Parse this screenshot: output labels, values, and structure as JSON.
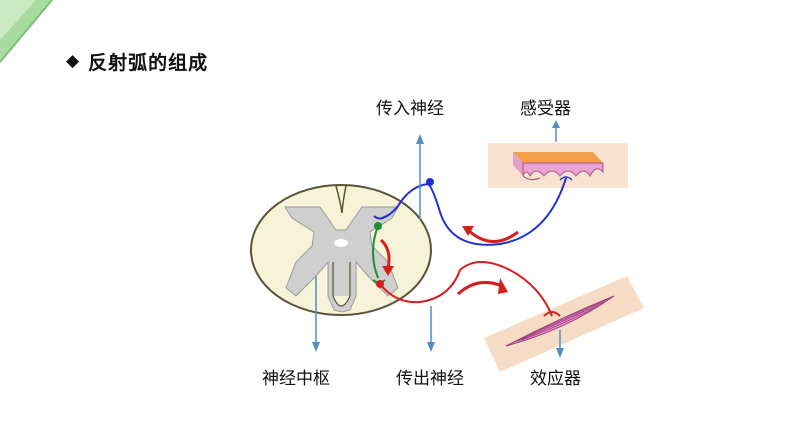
{
  "heading": {
    "bullet": "◆",
    "title": "反射弧的组成"
  },
  "labels": {
    "afferent_nerve": "传入神经",
    "receptor": "感受器",
    "nerve_center": "神经中枢",
    "efferent_nerve": "传出神经",
    "effector": "效应器"
  },
  "colors": {
    "corner_triangle": "#8ed08a",
    "afferent": "#1f2fd0",
    "efferent": "#d41f1f",
    "interneuron": "#1c8f2e",
    "pointer": "#4f8fc6",
    "cord_fill": "#f6f3d8",
    "gray_matter": "#cfcfcf",
    "skin": "#f6c890",
    "muscle_band": "#f7dcc5"
  }
}
